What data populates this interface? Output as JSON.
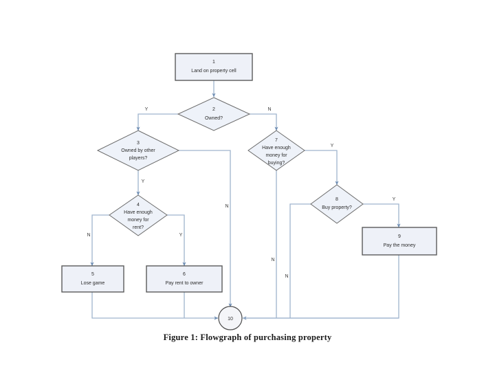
{
  "figure": {
    "caption": "Figure 1:  Flowgraph of purchasing property",
    "colors": {
      "node_fill": "#eef1f8",
      "node_stroke": "#5a5a5a",
      "edge": "#9fb4cd",
      "text": "#2b2b2b",
      "background": "#ffffff"
    }
  },
  "nodes": [
    {
      "id": "1",
      "shape": "process",
      "label": "Land on property cell",
      "lines": [
        "Land on property cell"
      ]
    },
    {
      "id": "2",
      "shape": "decision",
      "label": "Owned?",
      "lines": [
        "Owned?"
      ]
    },
    {
      "id": "3",
      "shape": "decision",
      "label": "Owned by other players?",
      "lines": [
        "Owned by other",
        "players?"
      ]
    },
    {
      "id": "4",
      "shape": "decision",
      "label": "Have enough money for rent?",
      "lines": [
        "Have enough",
        "money for",
        "rent?"
      ]
    },
    {
      "id": "5",
      "shape": "process",
      "label": "Lose game",
      "lines": [
        "Lose game"
      ]
    },
    {
      "id": "6",
      "shape": "process",
      "label": "Pay rent to owner",
      "lines": [
        "Pay rent to owner"
      ]
    },
    {
      "id": "7",
      "shape": "decision",
      "label": "Have enough money for buying?",
      "lines": [
        "Have enough",
        "money for",
        "buying?"
      ]
    },
    {
      "id": "8",
      "shape": "decision",
      "label": "Buy property?",
      "lines": [
        "Buy property?"
      ]
    },
    {
      "id": "9",
      "shape": "process",
      "label": "Pay the money",
      "lines": [
        "Pay the money"
      ]
    },
    {
      "id": "10",
      "shape": "connector",
      "label": "10",
      "lines": []
    }
  ],
  "edges": [
    {
      "from": "1",
      "to": "2",
      "label": ""
    },
    {
      "from": "2",
      "to": "3",
      "label": "Y"
    },
    {
      "from": "2",
      "to": "7",
      "label": "N"
    },
    {
      "from": "3",
      "to": "4",
      "label": "Y"
    },
    {
      "from": "3",
      "to": "10",
      "label": "N"
    },
    {
      "from": "4",
      "to": "5",
      "label": "N"
    },
    {
      "from": "4",
      "to": "6",
      "label": "Y"
    },
    {
      "from": "5",
      "to": "10",
      "label": ""
    },
    {
      "from": "6",
      "to": "10",
      "label": ""
    },
    {
      "from": "7",
      "to": "8",
      "label": "Y"
    },
    {
      "from": "7",
      "to": "10",
      "label": "N"
    },
    {
      "from": "8",
      "to": "9",
      "label": "Y"
    },
    {
      "from": "8",
      "to": "10",
      "label": "N"
    },
    {
      "from": "9",
      "to": "10",
      "label": ""
    }
  ],
  "edge_labels": {
    "n2_yes": "Y",
    "n2_no": "N",
    "n3_yes": "Y",
    "n3_no": "N",
    "n4_no": "N",
    "n4_yes": "Y",
    "n7_yes": "Y",
    "n7_no": "N",
    "n8_yes": "Y",
    "n8_no": "N"
  },
  "node_text": {
    "n1_id": "1",
    "n1_l1": "Land on property cell",
    "n2_id": "2",
    "n2_l1": "Owned?",
    "n3_id": "3",
    "n3_l1": "Owned by other",
    "n3_l2": "players?",
    "n4_id": "4",
    "n4_l1": "Have enough",
    "n4_l2": "money for",
    "n4_l3": "rent?",
    "n5_id": "5",
    "n5_l1": "Lose game",
    "n6_id": "6",
    "n6_l1": "Pay rent to owner",
    "n7_id": "7",
    "n7_l1": "Have enough",
    "n7_l2": "money for",
    "n7_l3": "buying?",
    "n8_id": "8",
    "n8_l1": "Buy property?",
    "n9_id": "9",
    "n9_l1": "Pay the money",
    "n10_id": "10"
  }
}
